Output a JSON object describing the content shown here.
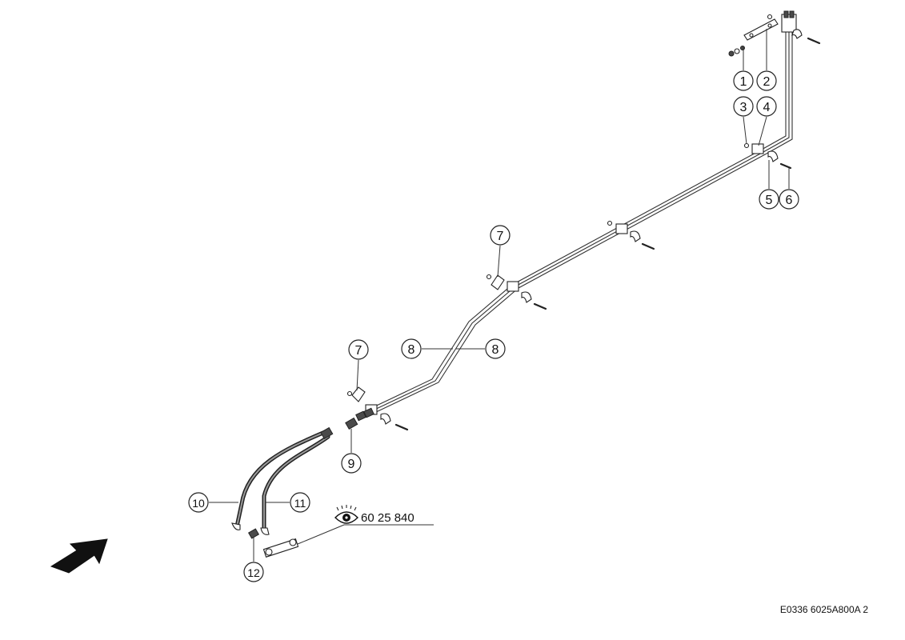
{
  "callouts": {
    "c1": "1",
    "c2": "2",
    "c3": "3",
    "c4": "4",
    "c5": "5",
    "c6": "6",
    "c7a": "7",
    "c7b": "7",
    "c8a": "8",
    "c8b": "8",
    "c9": "9",
    "c10": "10",
    "c11": "11",
    "c12": "12"
  },
  "reference": {
    "number": "60 25 840",
    "icon": "eye-icon"
  },
  "direction_arrow": {
    "icon": "arrow-up-right-icon"
  },
  "drawing_code": "E0336 6025A800A 2"
}
